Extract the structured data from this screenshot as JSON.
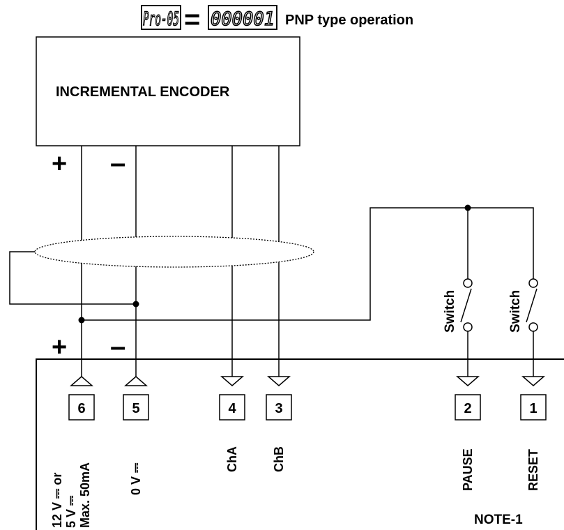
{
  "header": {
    "param_display": "Pro-05",
    "value_display": "000001",
    "equals_sign": "=",
    "description": "PNP type operation"
  },
  "encoder": {
    "title": "INCREMENTAL ENCODER",
    "plus_sign": "+",
    "minus_sign": "–"
  },
  "terminal_signs": {
    "plus": "+",
    "minus": "–"
  },
  "switches": [
    {
      "label": "Switch"
    },
    {
      "label": "Switch"
    }
  ],
  "terminals": [
    {
      "number": "6"
    },
    {
      "number": "5"
    },
    {
      "number": "4"
    },
    {
      "number": "3"
    },
    {
      "number": "2"
    },
    {
      "number": "1"
    }
  ],
  "terminal_labels": {
    "t6": [
      "12 V ⎓ or",
      "5 V ⎓",
      "Max. 50mA"
    ],
    "t5": "0 V ⎓",
    "t4": "ChA",
    "t3": "ChB",
    "t2": "PAUSE",
    "t1": "RESET"
  },
  "note": "NOTE-1"
}
